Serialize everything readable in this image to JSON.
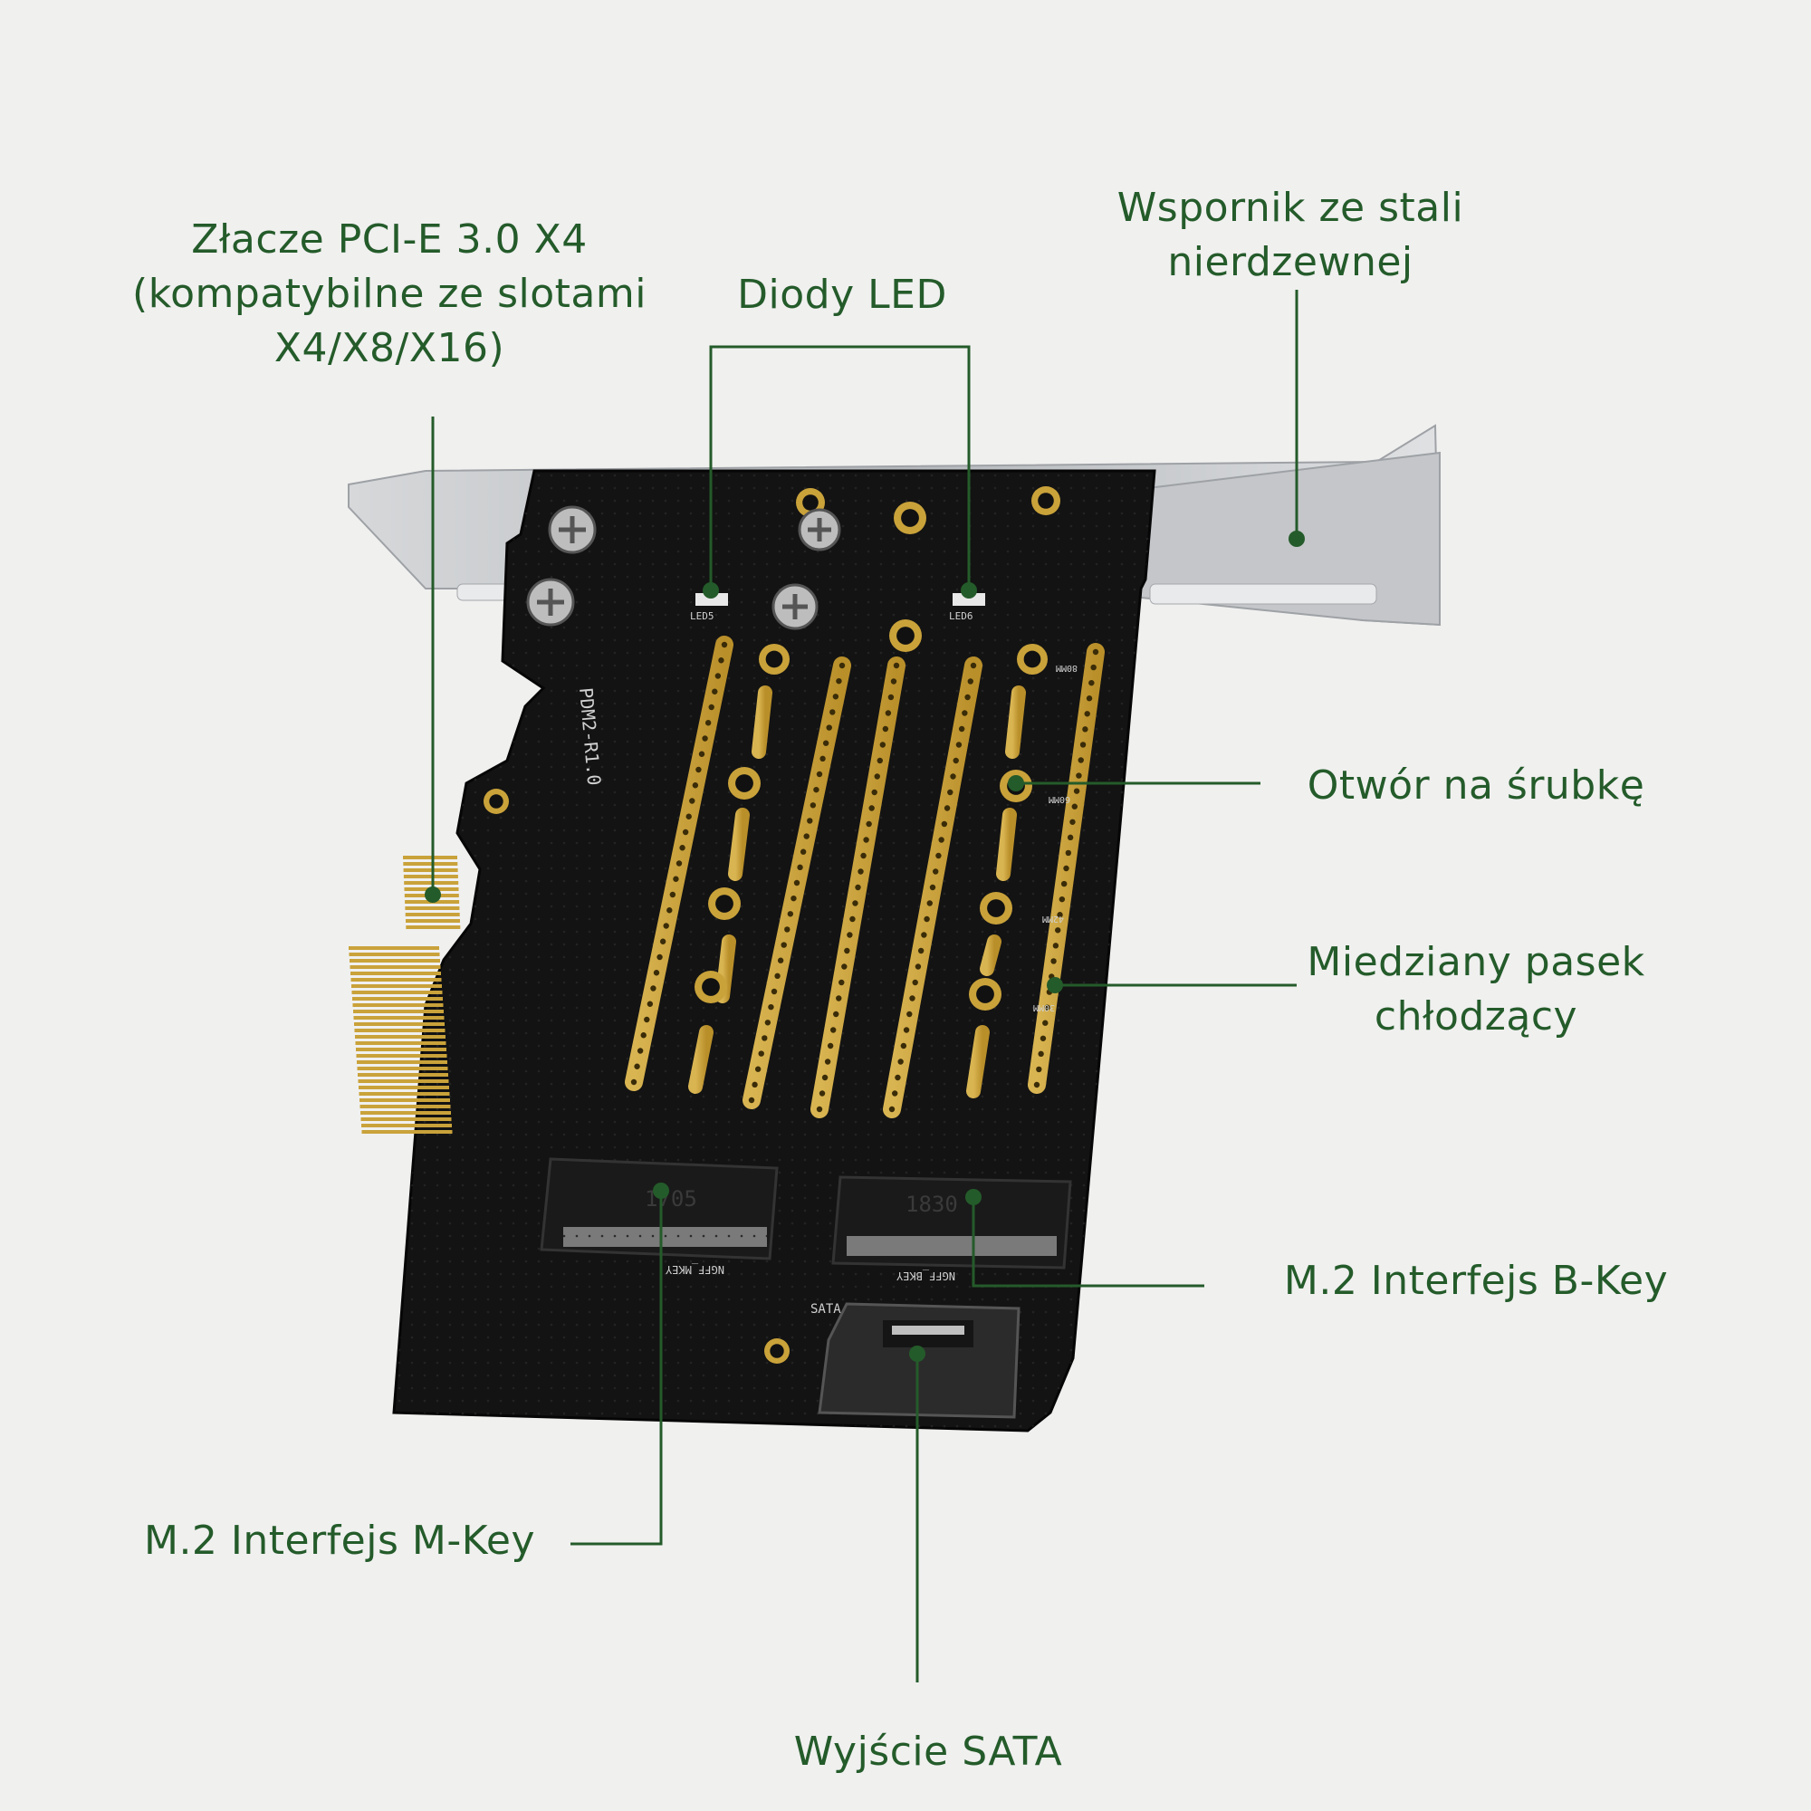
{
  "colors": {
    "background": "#f0f0ef",
    "label_text": "#245b2a",
    "leader_line": "#245b2a",
    "pcb": "#111111",
    "gold": "#c9a23a",
    "bracket": "#c7c9cc"
  },
  "labels": {
    "pcie": {
      "line1": "Złacze PCI-E 3.0 X4",
      "line2": "(kompatybilne ze slotami",
      "line3": "X4/X8/X16)"
    },
    "led": {
      "line1": "Diody LED"
    },
    "bracket": {
      "line1": "Wspornik ze stali",
      "line2": "nierdzewnej"
    },
    "screw_hole": {
      "line1": "Otwór na śrubkę"
    },
    "copper_strip": {
      "line1": "Miedziany pasek",
      "line2": "chłodzący"
    },
    "b_key": {
      "line1": "M.2 Interfejs B-Key"
    },
    "m_key": {
      "line1": "M.2 Interfejs M-Key"
    },
    "sata": {
      "line1": "Wyjście SATA"
    }
  },
  "board_markings": {
    "model": "PDM2-R1.0",
    "led_left": "LED5",
    "led_right": "LED6",
    "m_connector": "NGFF_MKEY",
    "b_connector": "NGFF_BKEY",
    "sata": "SATA",
    "m_code": "1705",
    "b_code": "1830",
    "size_80": "80MM",
    "size_60": "60MM",
    "size_42": "42MM",
    "size_30": "30MM"
  }
}
